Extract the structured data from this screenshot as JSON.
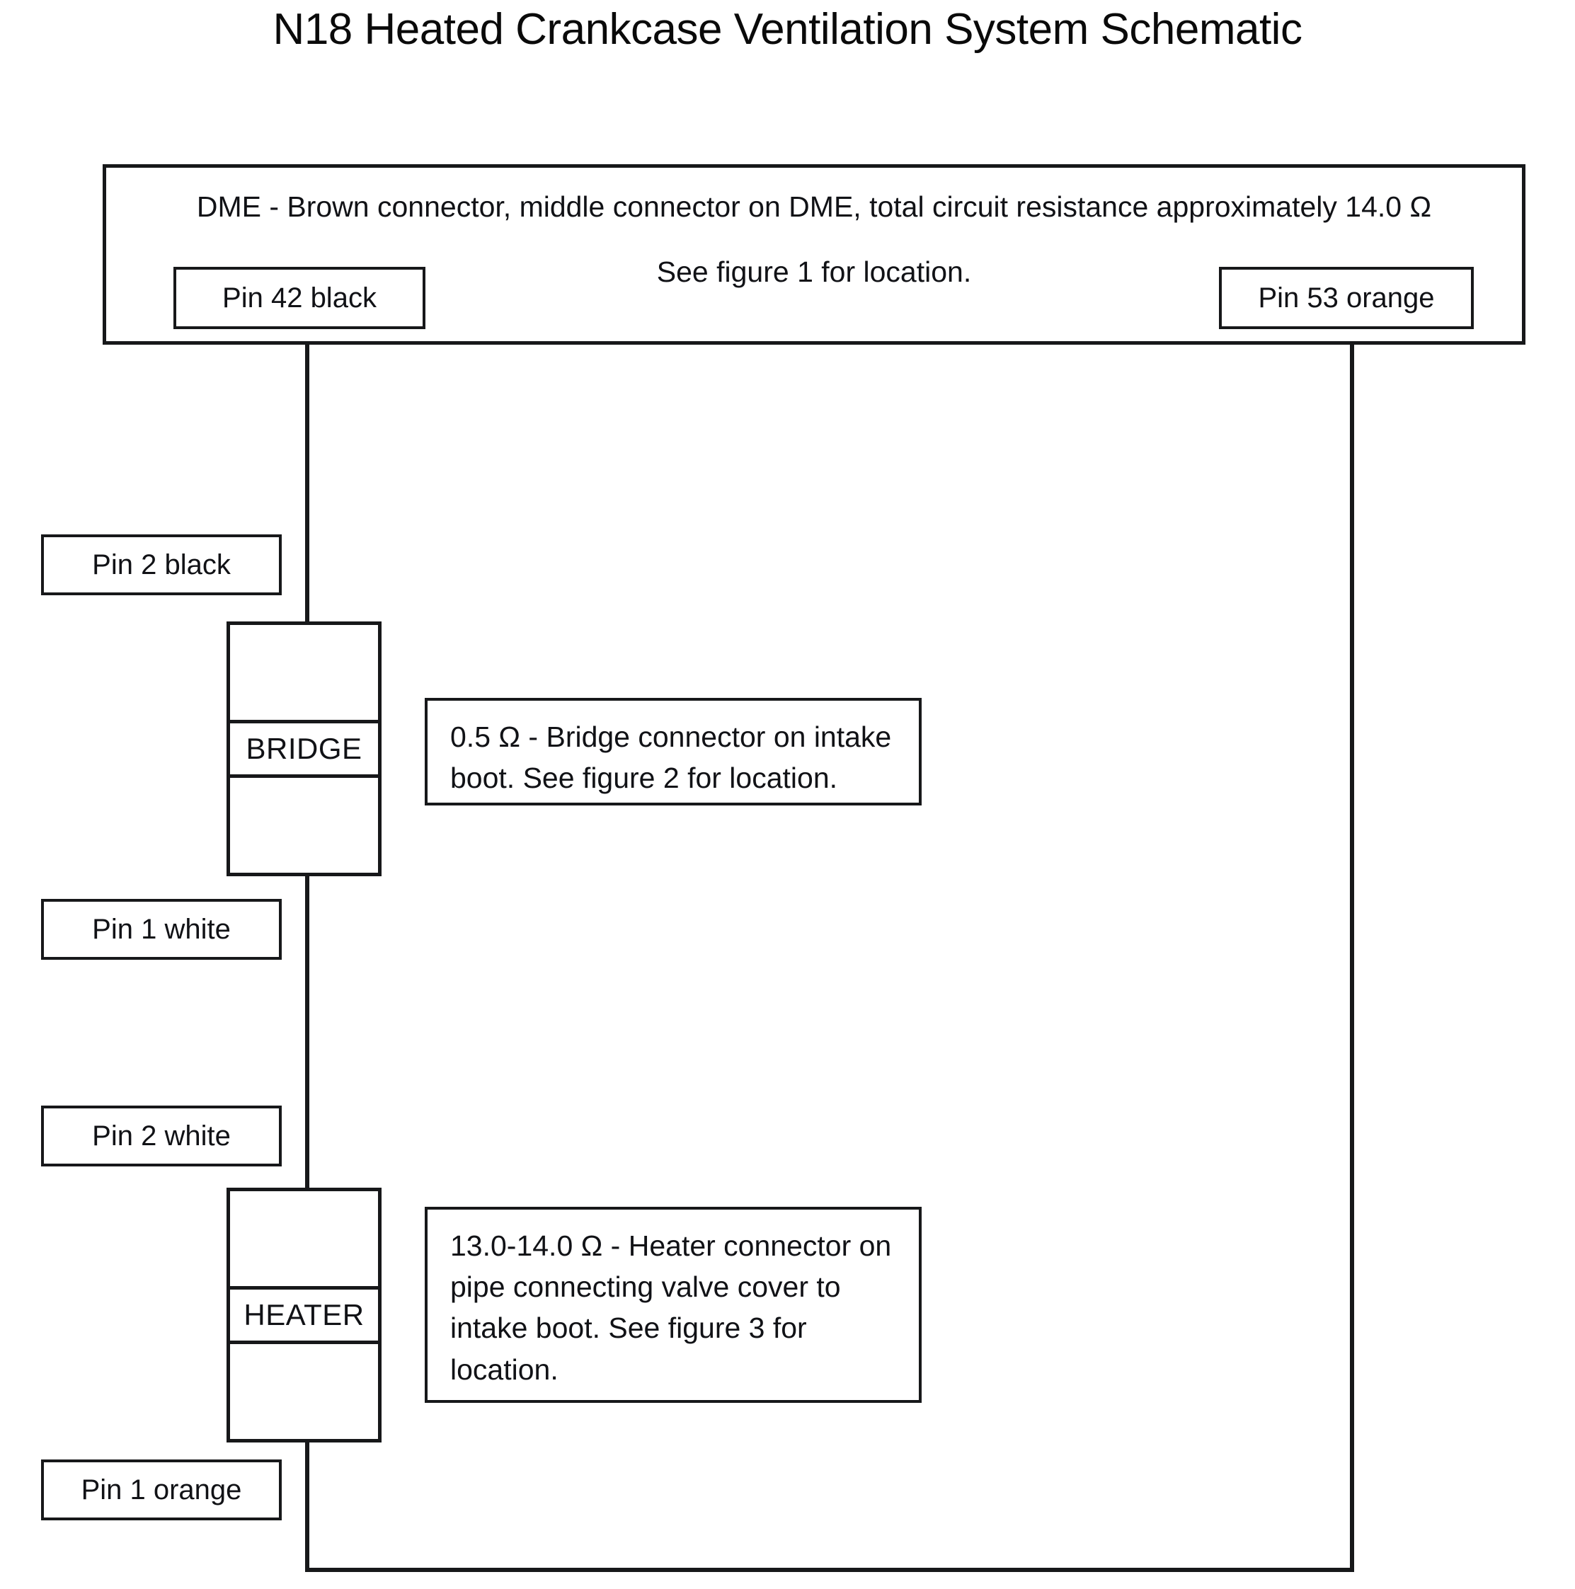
{
  "diagram": {
    "title": "N18 Heated Crankcase Ventilation System Schematic",
    "dme": {
      "description_line1": "DME - Brown connector, middle connector on DME, total circuit resistance approximately 14.0 Ω",
      "description_line2": "See figure 1 for location.",
      "pin_left_label": "Pin 42 black",
      "pin_right_label": "Pin 53 orange"
    },
    "left_pins": [
      {
        "label": "Pin 2 black"
      },
      {
        "label": "Pin 1 white"
      },
      {
        "label": "Pin 2 white"
      },
      {
        "label": "Pin 1 orange"
      }
    ],
    "components": [
      {
        "name": "BRIDGE",
        "description": "0.5 Ω - Bridge connector on intake boot.  See figure 2 for location."
      },
      {
        "name": "HEATER",
        "description": "13.0-14.0 Ω - Heater connector on pipe connecting valve cover to intake boot. See figure 3 for location."
      }
    ],
    "colors": {
      "line": "#17181a",
      "text": "#111216",
      "background": "#ffffff"
    }
  }
}
